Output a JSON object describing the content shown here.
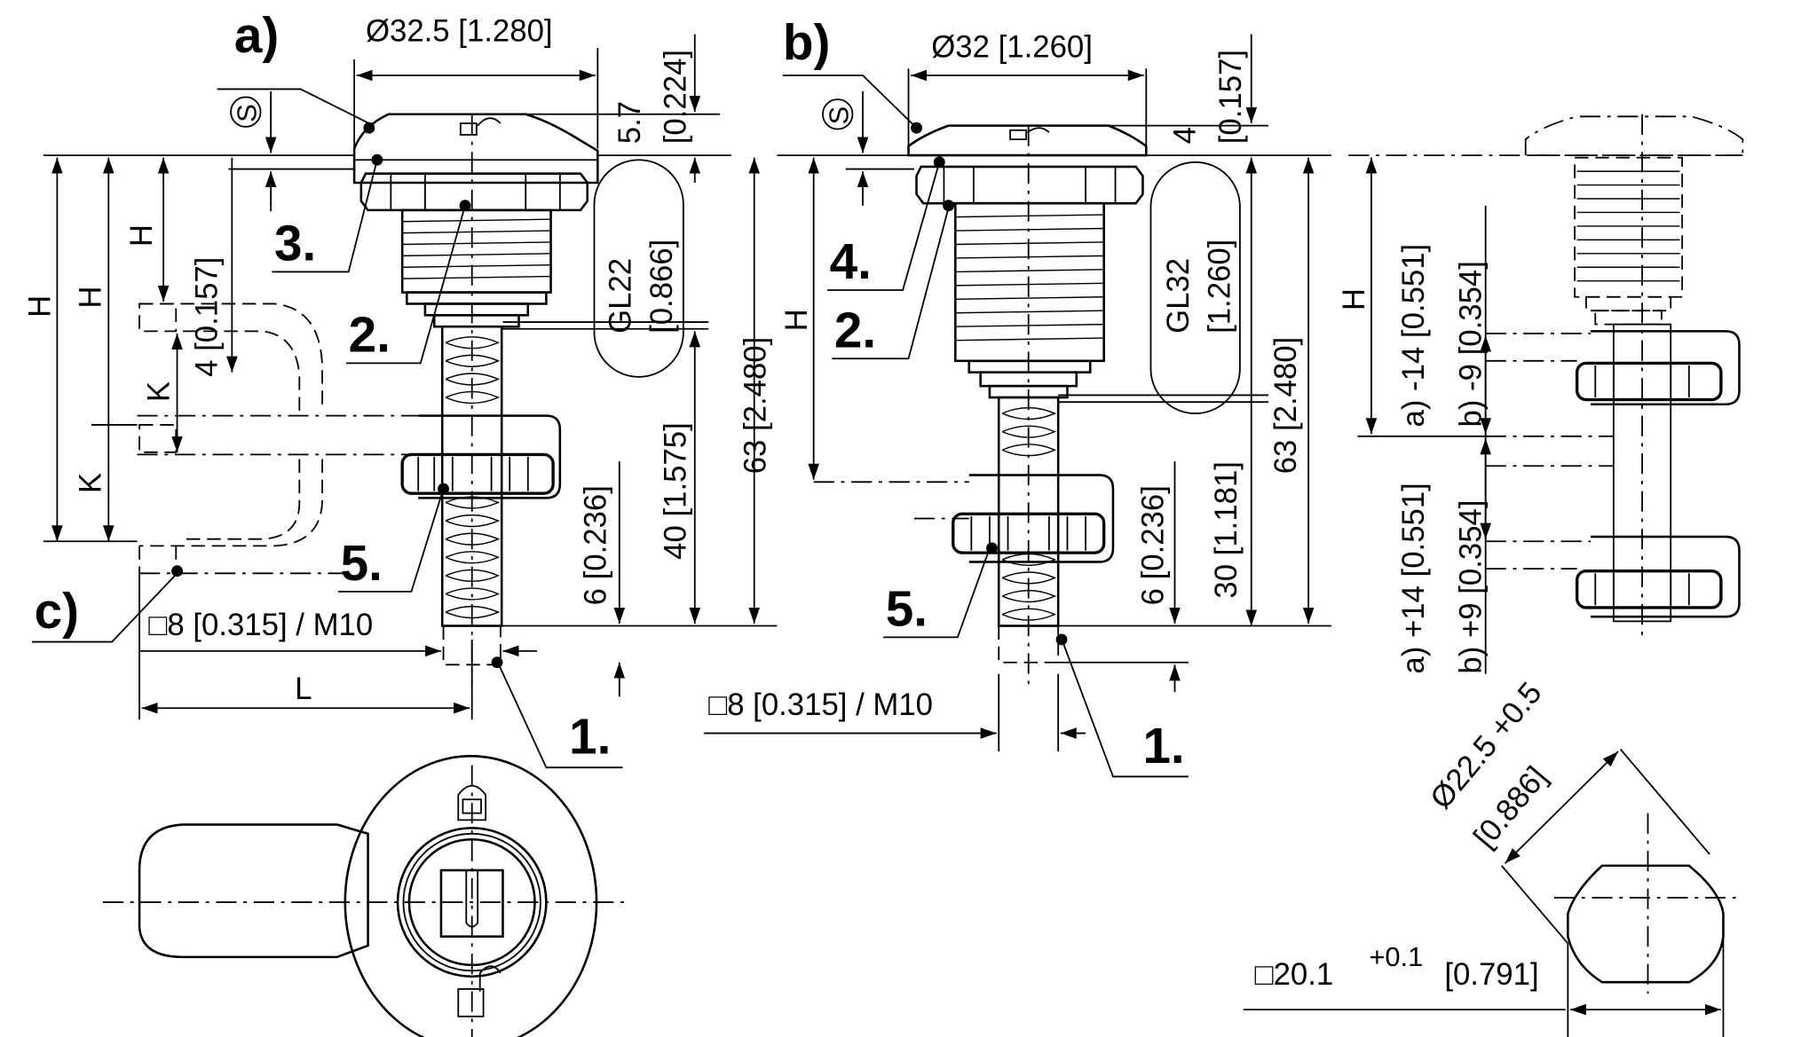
{
  "variants": {
    "a": {
      "label": "a)",
      "head_diameter": "Ø32.5 [1.280]",
      "head_height": "5.7",
      "head_height_in": "[0.224]",
      "thread": "GL22",
      "thread_in": "[0.866]",
      "length_total": "63 [2.480]",
      "length_body": "40 [1.575]",
      "tip": "6 [0.236]",
      "panel_offset": "4 [0.157]",
      "square_drive": "□8 [0.315] / M10",
      "cam_length": "L",
      "callouts": [
        "3.",
        "2.",
        "5.",
        "1."
      ]
    },
    "b": {
      "label": "b)",
      "head_diameter": "Ø32 [1.260]",
      "head_height": "4",
      "head_height_in": "[0.157]",
      "thread": "GL32",
      "thread_in": "[1.260]",
      "length_total": "63 [2.480]",
      "length_body": "30 [1.181]",
      "tip": "6 [0.236]",
      "square_drive": "□8 [0.315] / M10",
      "callouts": [
        "4.",
        "2.",
        "5.",
        "1."
      ]
    },
    "c": {
      "label": "c)"
    }
  },
  "symbols": {
    "s_mark": "S",
    "height": "H",
    "offset": "K"
  },
  "adjustment": {
    "minus_a": "a) -14 [0.551]",
    "minus_b": "b) -9 [0.354]",
    "plus_a": "a) +14 [0.551]",
    "plus_b": "b) +9 [0.354]"
  },
  "cutout": {
    "diameter": "Ø22.5 +0.5",
    "diameter_in": "[0.886]",
    "square": "□20.1",
    "square_tol": "+0.1",
    "square_in": "[0.791]"
  }
}
